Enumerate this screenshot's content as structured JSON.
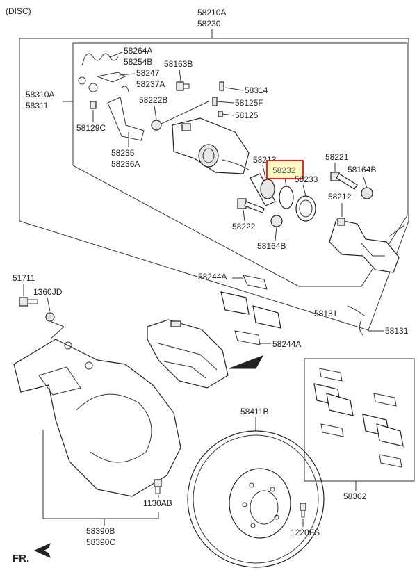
{
  "header": {
    "disc_tag": "(DISC)"
  },
  "callouts": {
    "c58210A": "58210A",
    "c58230": "58230",
    "c58264A": "58264A",
    "c58254B": "58254B",
    "c58247": "58247",
    "c58237A": "58237A",
    "c58163B": "58163B",
    "c58310A": "58310A",
    "c58311": "58311",
    "c58222B": "58222B",
    "c58314": "58314",
    "c58125F": "58125F",
    "c58125": "58125",
    "c58129C": "58129C",
    "c58235": "58235",
    "c58236A": "58236A",
    "c58213": "58213",
    "c58232": "58232",
    "c58233": "58233",
    "c58221": "58221",
    "c58164B_r": "58164B",
    "c58212": "58212",
    "c58222": "58222",
    "c58164B_b": "58164B",
    "c58244A_t": "58244A",
    "c58244A_b": "58244A",
    "c51711": "51711",
    "c1360JD": "1360JD",
    "c58131_l": "58131",
    "c58131_r": "58131",
    "c58411B": "58411B",
    "c58302": "58302",
    "c1130AB": "1130AB",
    "c58390B": "58390B",
    "c58390C": "58390C",
    "c1220FS": "1220FS"
  },
  "footer": {
    "direction_label": "FR."
  },
  "colors": {
    "highlight_border": "#d32f2f",
    "highlight_fill": "#fff9c4",
    "line": "#333333"
  },
  "selected_callout": "58232"
}
